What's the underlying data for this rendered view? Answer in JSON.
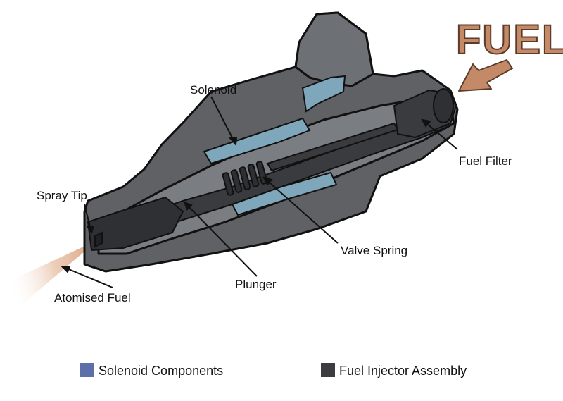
{
  "heading": "FUEL",
  "labels": {
    "solenoid": "Solenoid",
    "spray_tip": "Spray Tip",
    "fuel_filter": "Fuel Filter",
    "valve_spring": "Valve Spring",
    "plunger": "Plunger",
    "atomised_fuel": "Atomised Fuel"
  },
  "legend": [
    {
      "label": "Solenoid Components",
      "color": "#5c6fa8"
    },
    {
      "label": "Fuel Injector Assembly",
      "color": "#3b3b40"
    }
  ],
  "colors": {
    "fuel_brown": "#c48a68",
    "fuel_outline": "#5b3b2a",
    "body_gray": "#5f6165",
    "body_light": "#7a7d82",
    "body_dark": "#3a3b3f",
    "solenoid_blue": "#7fa7bb"
  }
}
